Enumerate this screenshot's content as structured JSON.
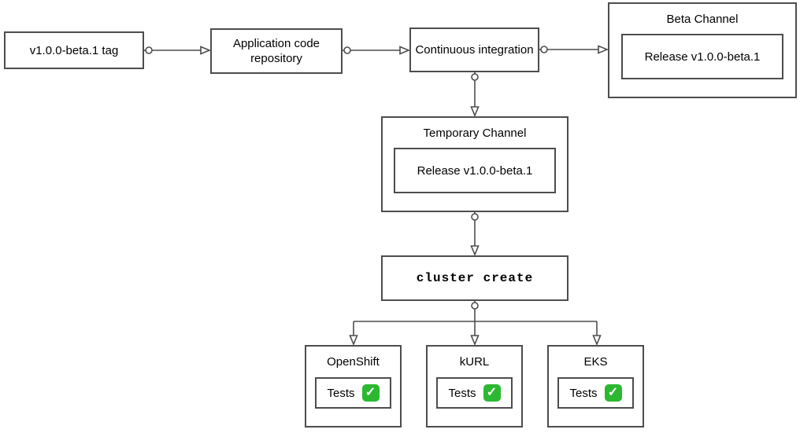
{
  "diagram": {
    "nodes": {
      "tag": {
        "label": "v1.0.0-beta.1 tag"
      },
      "repo": {
        "label": "Application code repository"
      },
      "ci": {
        "label": "Continuous integration"
      },
      "beta_channel": {
        "title": "Beta Channel",
        "release_label": "Release v1.0.0-beta.1"
      },
      "temporary_channel": {
        "title": "Temporary Channel",
        "release_label": "Release v1.0.0-beta.1"
      },
      "cluster_create": {
        "label": "cluster create"
      }
    },
    "clusters": [
      {
        "title": "OpenShift",
        "tests_label": "Tests",
        "tests_status": "passed"
      },
      {
        "title": "kURL",
        "tests_label": "Tests",
        "tests_status": "passed"
      },
      {
        "title": "EKS",
        "tests_label": "Tests",
        "tests_status": "passed"
      }
    ],
    "icons": {
      "check_glyph": "✓",
      "check_icon_name": "check-mark-icon"
    },
    "colors": {
      "border": "#4d4d4d",
      "background": "#ffffff",
      "text": "#000000",
      "check_green": "#2db832",
      "check_mark": "#ffffff"
    },
    "edges": [
      {
        "from": "tag",
        "to": "repo"
      },
      {
        "from": "repo",
        "to": "ci"
      },
      {
        "from": "ci",
        "to": "beta_channel"
      },
      {
        "from": "ci",
        "to": "temporary_channel"
      },
      {
        "from": "temporary_channel",
        "to": "cluster_create"
      },
      {
        "from": "cluster_create",
        "to": "openshift"
      },
      {
        "from": "cluster_create",
        "to": "kurl"
      },
      {
        "from": "cluster_create",
        "to": "eks"
      }
    ]
  }
}
